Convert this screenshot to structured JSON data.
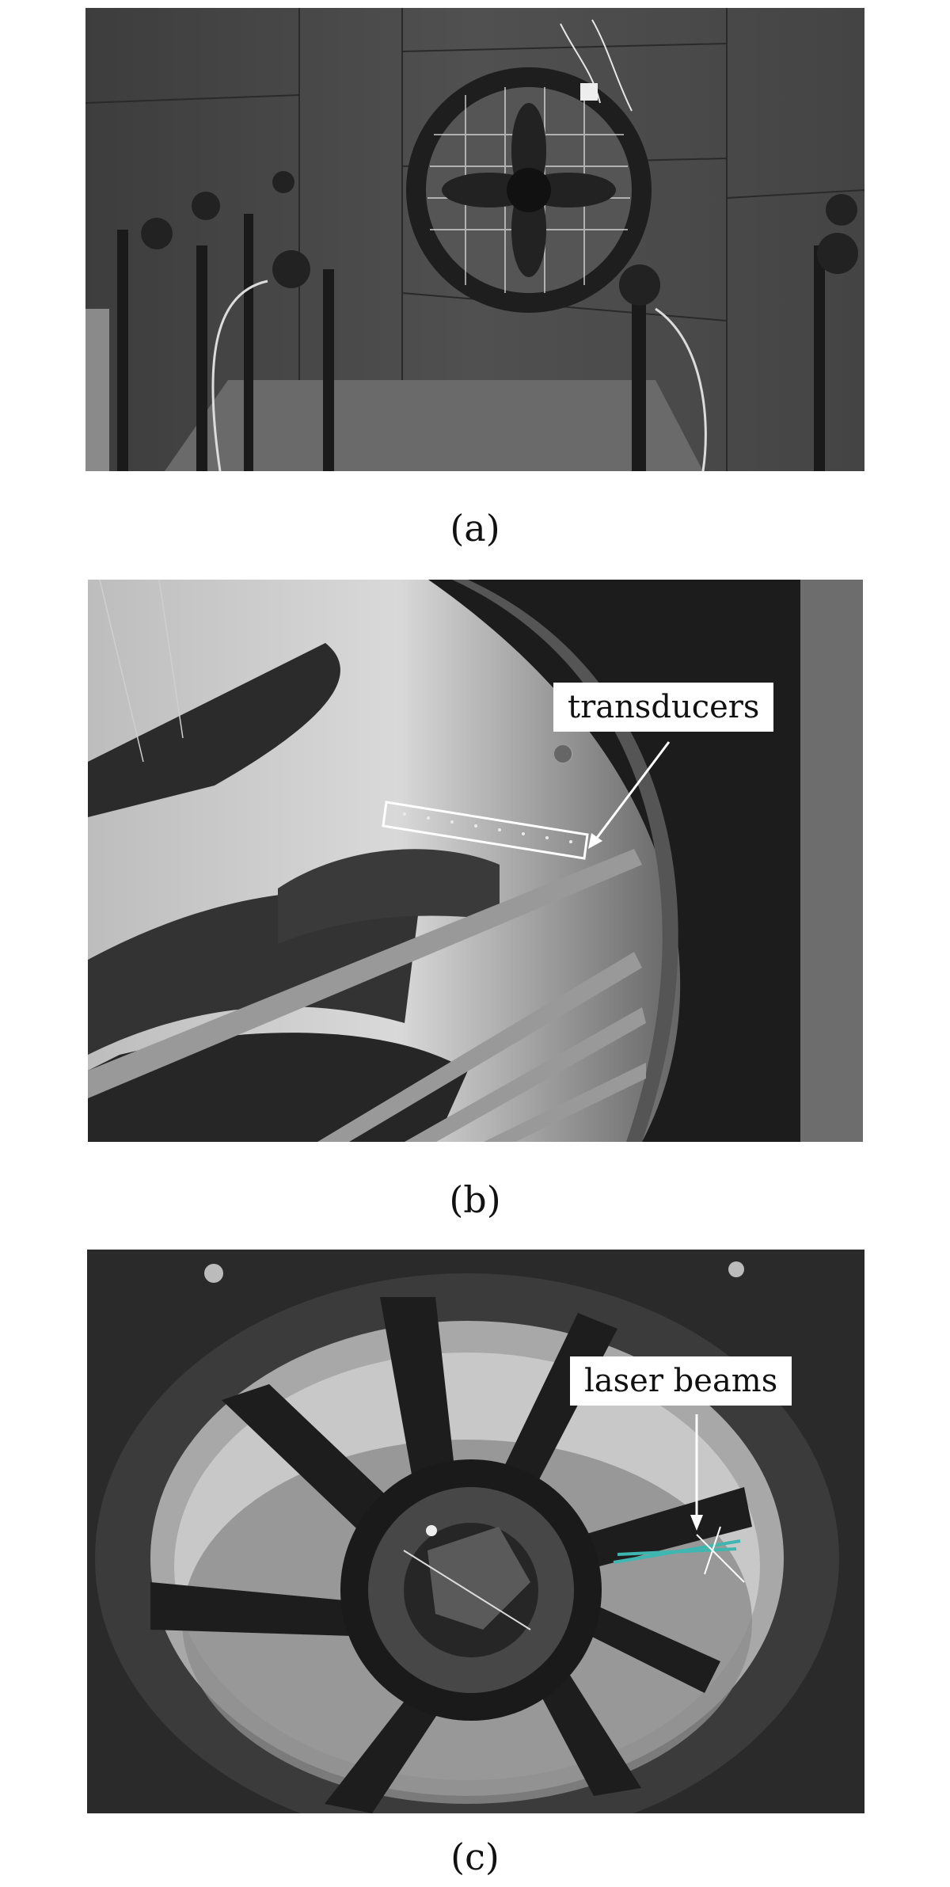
{
  "figure": {
    "panels": [
      {
        "id": "a",
        "caption": "(a)",
        "scene": "fan-in-anechoic-chamber-with-microphones"
      },
      {
        "id": "b",
        "caption": "(b)",
        "scene": "close-up-fan-blades-and-casing",
        "callout": "transducers"
      },
      {
        "id": "c",
        "caption": "(c)",
        "scene": "fan-hub-and-blades-front-view",
        "callout": "laser beams"
      }
    ],
    "colors": {
      "background": "#ffffff",
      "laser": "#3fb7b0",
      "foam": "#3c3c3c"
    }
  }
}
